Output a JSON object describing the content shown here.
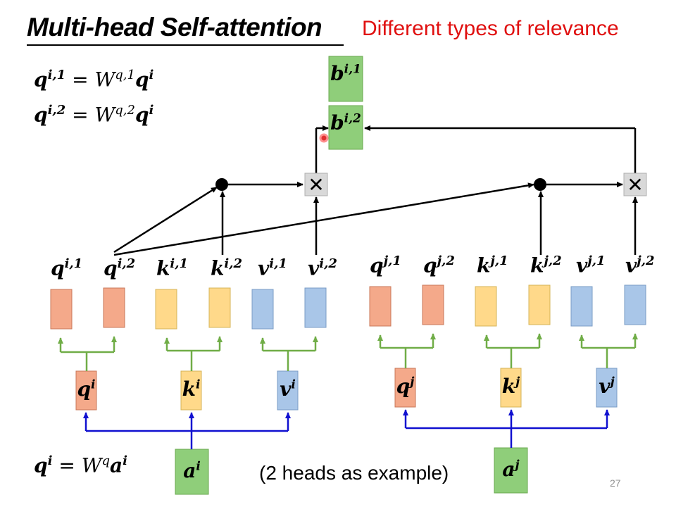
{
  "header": {
    "title": "Multi-head Self-attention",
    "subtitle": "Different types of relevance"
  },
  "equations": {
    "q_i1": {
      "lhs_base": "q",
      "lhs_sup": "i,1",
      "eq": " = ",
      "w": "W",
      "w_sup": "q,1",
      "rhs_base": "q",
      "rhs_sup": "i"
    },
    "q_i2": {
      "lhs_base": "q",
      "lhs_sup": "i,2",
      "eq": " = ",
      "w": "W",
      "w_sup": "q,2",
      "rhs_base": "q",
      "rhs_sup": "i"
    },
    "q_i": {
      "lhs_base": "q",
      "lhs_sup": "i",
      "eq": " = ",
      "w": "W",
      "w_sup": "q",
      "rhs_base": "a",
      "rhs_sup": "i"
    }
  },
  "caption": "(2 heads as example)",
  "page_number": "27",
  "outputs": [
    {
      "base": "b",
      "sup": "i,1"
    },
    {
      "base": "b",
      "sup": "i,2"
    }
  ],
  "heads_i": [
    {
      "base": "q",
      "sup": "i,1"
    },
    {
      "base": "q",
      "sup": "i,2"
    },
    {
      "base": "k",
      "sup": "i,1"
    },
    {
      "base": "k",
      "sup": "i,2"
    },
    {
      "base": "v",
      "sup": "i,1"
    },
    {
      "base": "v",
      "sup": "i,2"
    }
  ],
  "heads_j": [
    {
      "base": "q",
      "sup": "j,1"
    },
    {
      "base": "q",
      "sup": "j,2"
    },
    {
      "base": "k",
      "sup": "j,1"
    },
    {
      "base": "k",
      "sup": "j,2"
    },
    {
      "base": "v",
      "sup": "j,1"
    },
    {
      "base": "v",
      "sup": "j,2"
    }
  ],
  "projections_i": [
    {
      "base": "q",
      "sup": "i"
    },
    {
      "base": "k",
      "sup": "i"
    },
    {
      "base": "v",
      "sup": "i"
    }
  ],
  "projections_j": [
    {
      "base": "q",
      "sup": "j"
    },
    {
      "base": "k",
      "sup": "j"
    },
    {
      "base": "v",
      "sup": "j"
    }
  ],
  "inputs": [
    {
      "base": "a",
      "sup": "i"
    },
    {
      "base": "a",
      "sup": "j"
    }
  ],
  "operators": {
    "multiply": "✕"
  },
  "colors": {
    "query": "#f4a98a",
    "key": "#ffd98a",
    "value": "#a9c6e8",
    "output": "#8fce7a",
    "blue_line": "#1010d0",
    "green_line": "#70ad47",
    "title_red": "#e01010"
  }
}
